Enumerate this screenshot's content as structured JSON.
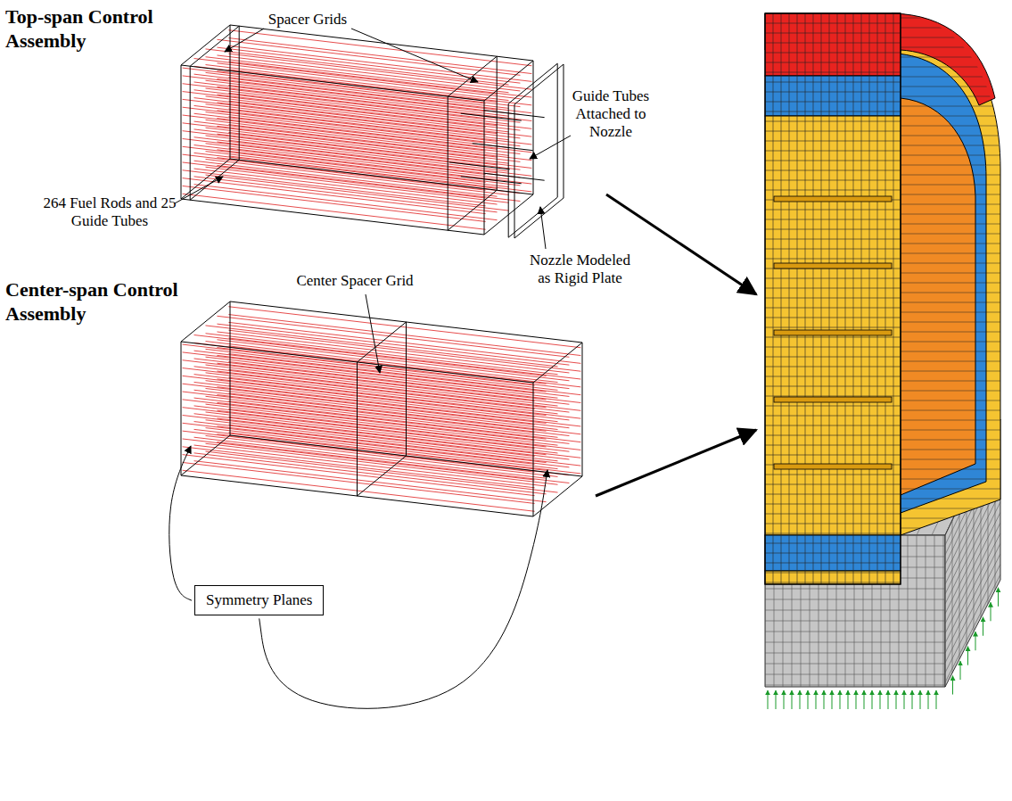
{
  "diagram": {
    "nodes": [
      {
        "text": [
          "Symmetry Planes"
        ]
      }
    ],
    "labels": [
      "Top-span Control Assembly",
      "Spacer Grids",
      "Guide Tubes Attached to Nozzle",
      "264 Fuel Rods and 25 Guide Tubes",
      "Nozzle Modeled as Rigid Plate",
      "Center-span Control Assembly",
      "Center Spacer Grid"
    ]
  }
}
